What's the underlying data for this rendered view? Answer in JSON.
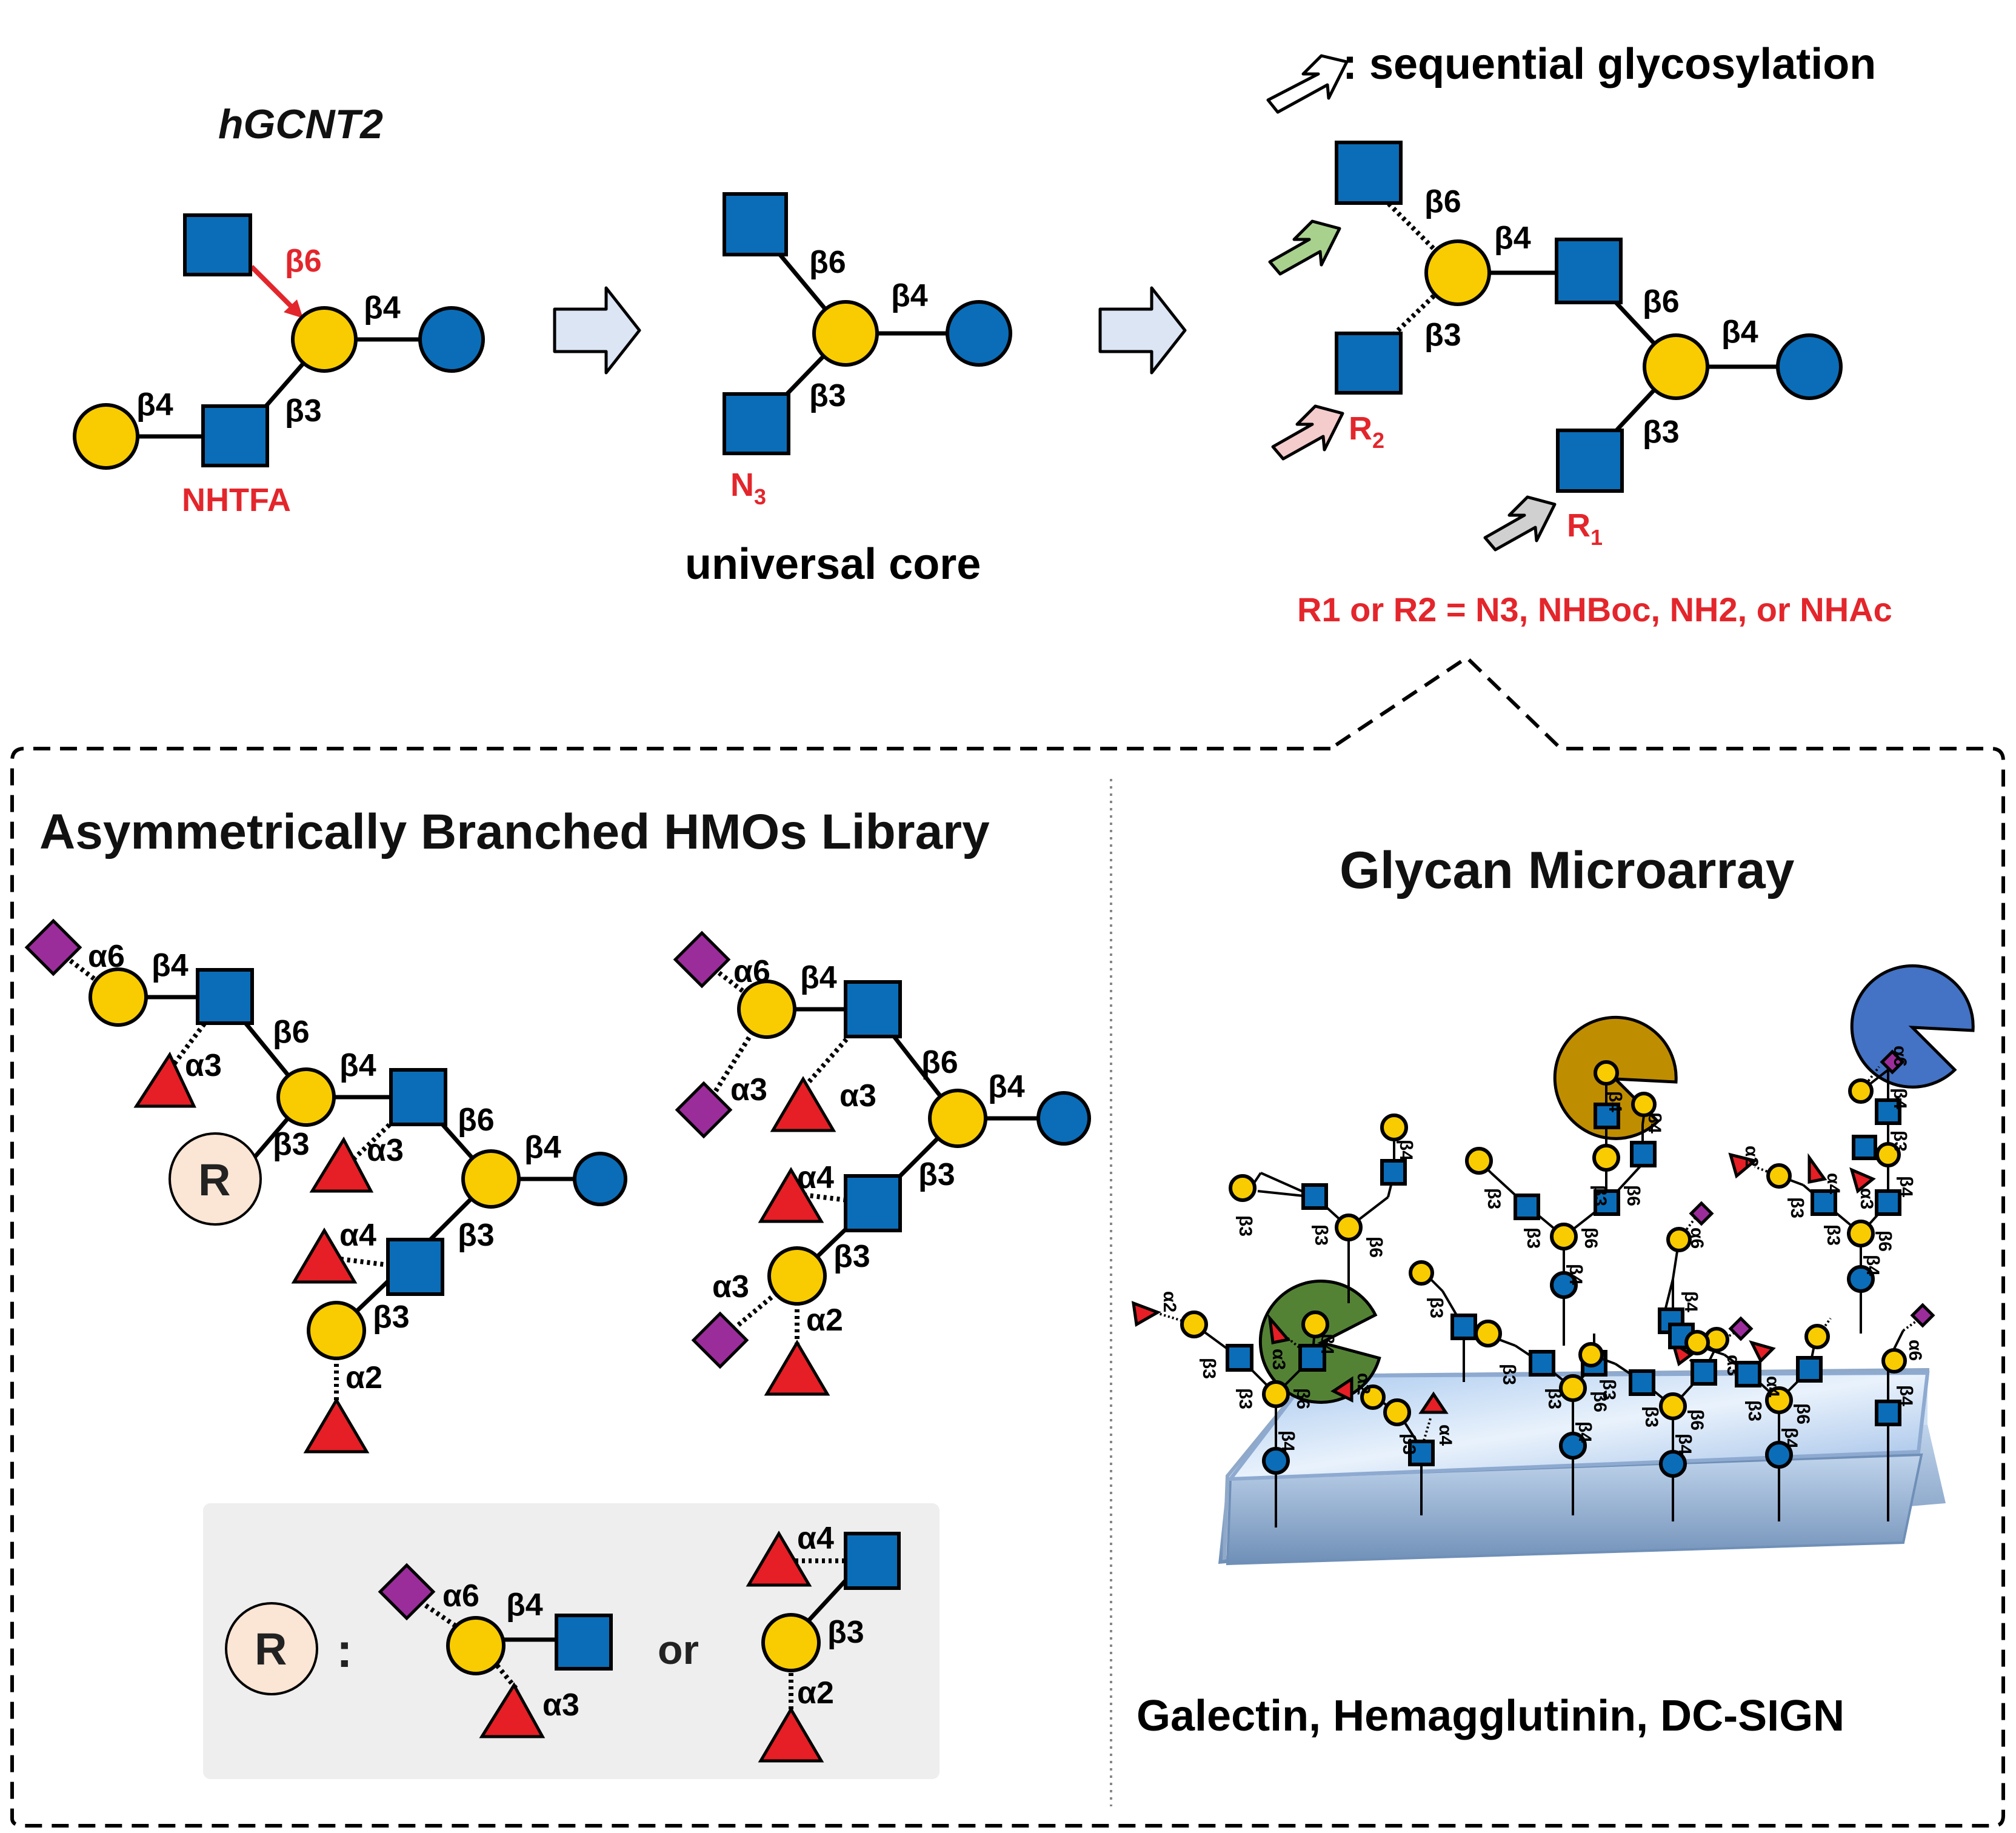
{
  "top": {
    "enzyme": "hGCNT2",
    "legend": ": sequential glycosylation",
    "core_label": "universal core",
    "substrate": {
      "protecting_group": "NHTFA",
      "new_linkage": "β6"
    },
    "core_substituent": "N3",
    "r_definition": "R1 or R2 = N3, NHBoc, NH2, or NHAc",
    "r1": "R1",
    "r2": "R2"
  },
  "linkages": {
    "b3": "β3",
    "b4": "β4",
    "b6": "β6",
    "a2": "α2",
    "a3": "α3",
    "a4": "α4",
    "a6": "α6"
  },
  "library": {
    "title": "Asymmetrically Branched HMOs Library",
    "r_symbol": "R",
    "r_colon": ":",
    "or_word": "or"
  },
  "microarray": {
    "title": "Glycan Microarray",
    "targets": "Galectin, Hemagglutinin, DC-SIGN",
    "lectin_colors": [
      "#bf8d00",
      "#4472c4",
      "#548235"
    ]
  },
  "legend_colors": {
    "glucose": "#0b6db7",
    "galactose": "#f8cc00",
    "glcnac": "#0b6db7",
    "fucose": "#e51f25",
    "neu5ac": "#9b2d9b"
  }
}
